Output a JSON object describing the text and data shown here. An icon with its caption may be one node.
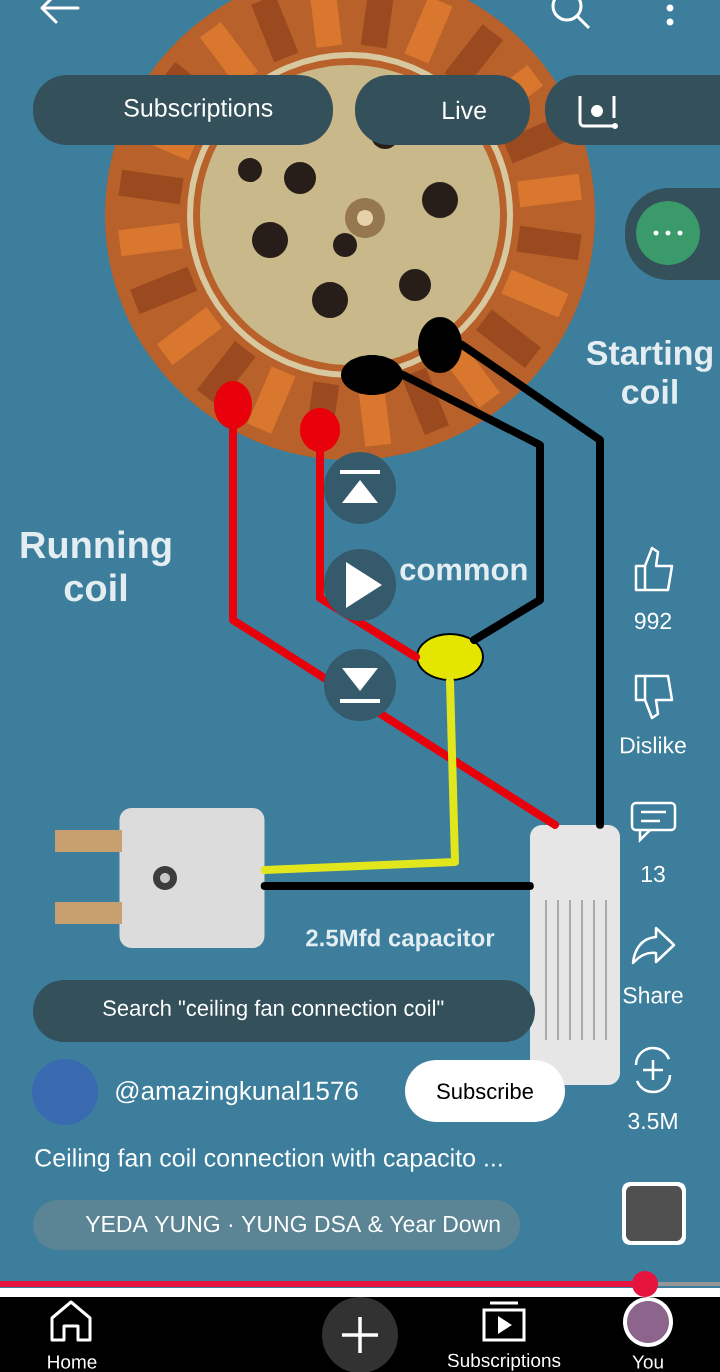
{
  "diagram": {
    "nodes": [
      {
        "text": [],
        "shape": "picture"
      },
      {
        "text": [],
        "shape": "circle",
        "in": 0
      },
      {
        "text": [],
        "shape": "circle",
        "in": 0
      },
      {
        "text": [],
        "shape": "circle",
        "in": 0
      },
      {
        "text": [],
        "shape": "circle",
        "in": 0
      },
      {
        "text": [],
        "shape": "circle"
      },
      {
        "text": [],
        "shape": "picture"
      },
      {
        "text": [],
        "shape": "picture"
      }
    ],
    "edges": [
      {
        "from": 1,
        "to": 7,
        "arrow": "none",
        "color": "#e8000a"
      },
      {
        "from": 2,
        "to": 5,
        "arrow": "none",
        "color": "#e8000a"
      },
      {
        "from": 3,
        "to": 5,
        "arrow": "none"
      },
      {
        "from": 4,
        "to": 7,
        "arrow": "none"
      },
      {
        "from": 5,
        "to": 6,
        "arrow": "none",
        "color": "#e2e61c"
      },
      {
        "from": 6,
        "to": 7,
        "arrow": "none"
      }
    ],
    "labels": [
      "Subscriptions",
      "Live",
      "Starting coil",
      "Running coil",
      "common",
      "992",
      "Dislike",
      "13",
      "Share",
      "Search \"ceiling fan connection coil\"",
      "2.5Mfd capacitor",
      "@amazingkunal1576",
      "Subscribe",
      "3.5M",
      "Ceiling fan coil connection with capacito ...",
      "YEDA YUNG · YUNG DSA & Year Down",
      "Home",
      "Subscriptions",
      "You"
    ]
  }
}
